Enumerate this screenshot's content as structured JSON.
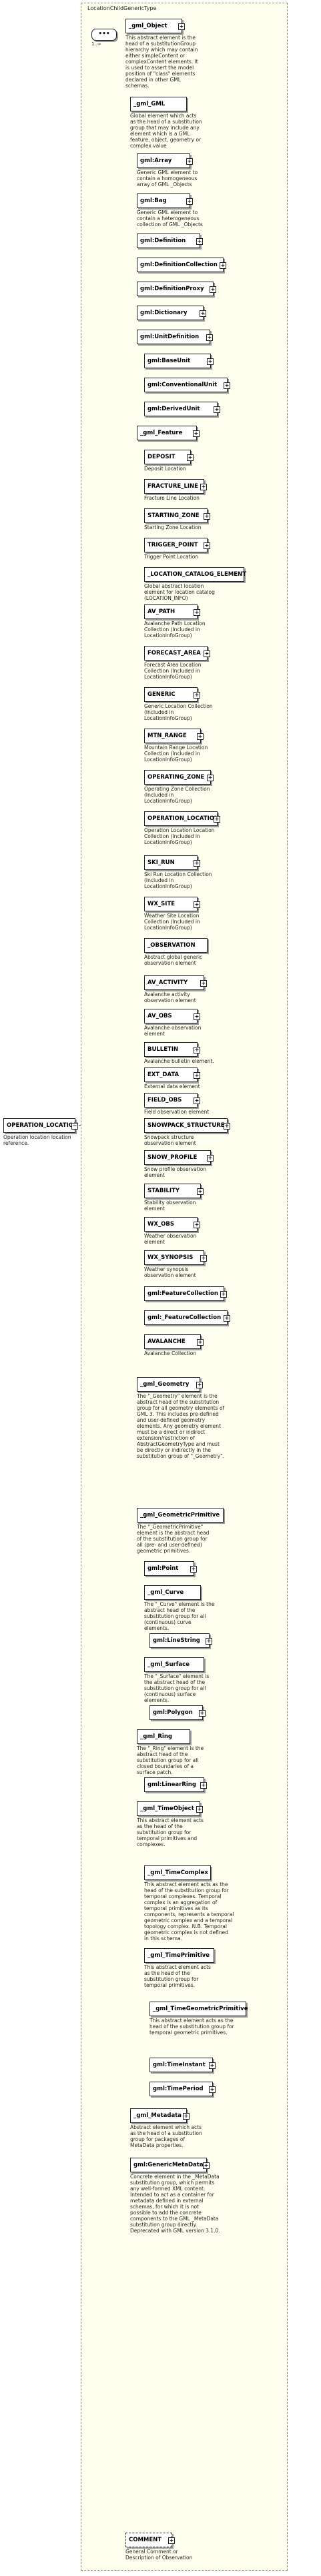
{
  "root": {
    "label": "OPERATION_LOCATION",
    "description": "Operation location location reference."
  },
  "group": {
    "label": "LocationChildGenericType"
  },
  "sequence": {
    "symbol": "•••",
    "multiplicity": "1..∞"
  },
  "nodes": [
    {
      "id": "gml-object",
      "label": "_gml_Object",
      "description": "This abstract element is the head of a substitutionGroup hierarchy which may contain either simpleContent or complexContent elements. It is used to assert the model position of \"class\" elements declared in other GML schemas."
    },
    {
      "id": "gml-gml",
      "label": "_gml_GML",
      "description": "Global element which acts as the head of a substitution group that may include any element which is a GML feature, object, geometry or complex value"
    },
    {
      "id": "gml-array",
      "label": "gml:Array",
      "description": "Generic GML element to contain a homogeneous array of GML _Objects"
    },
    {
      "id": "gml-bag",
      "label": "gml:Bag",
      "description": "Generic GML element to contain a heterogeneous collection of GML _Objects"
    },
    {
      "id": "gml-definition",
      "label": "gml:Definition"
    },
    {
      "id": "gml-definition-collection",
      "label": "gml:DefinitionCollection"
    },
    {
      "id": "gml-definition-proxy",
      "label": "gml:DefinitionProxy"
    },
    {
      "id": "gml-dictionary",
      "label": "gml:Dictionary"
    },
    {
      "id": "gml-unit-definition",
      "label": "gml:UnitDefinition"
    },
    {
      "id": "gml-base-unit",
      "label": "gml:BaseUnit"
    },
    {
      "id": "gml-conventional-unit",
      "label": "gml:ConventionalUnit"
    },
    {
      "id": "gml-derived-unit",
      "label": "gml:DerivedUnit"
    },
    {
      "id": "gml-feature",
      "label": "_gml_Feature"
    },
    {
      "id": "deposit",
      "label": "DEPOSIT",
      "description": "Deposit Location"
    },
    {
      "id": "fracture-line",
      "label": "FRACTURE_LINE",
      "description": "Fracture Line Location"
    },
    {
      "id": "starting-zone",
      "label": "STARTING_ZONE",
      "description": "Starting Zone Location"
    },
    {
      "id": "trigger-point",
      "label": "TRIGGER_POINT",
      "description": "Trigger Point Location"
    },
    {
      "id": "location-catalog-element",
      "label": "_LOCATION_CATALOG_ELEMENT",
      "description": "Global abstract location element for location catalog (LOCATION_INFO)"
    },
    {
      "id": "av-path",
      "label": "AV_PATH",
      "description": "Avalanche Path Location Collection (Included in LocationInfoGroup)"
    },
    {
      "id": "forecast-area",
      "label": "FORECAST_AREA",
      "description": "Forecast Area Location Collection (Included in LocationInfoGroup)"
    },
    {
      "id": "generic",
      "label": "GENERIC",
      "description": "Generic Location Collection (Included in LocationInfoGroup)"
    },
    {
      "id": "mtn-range",
      "label": "MTN_RANGE",
      "description": "Mountain Range Location Collection (Included in LocationInfoGroup)"
    },
    {
      "id": "operating-zone",
      "label": "OPERATING_ZONE",
      "description": "Operating Zone Collection (Included in LocationInfoGroup)"
    },
    {
      "id": "operation-location-child",
      "label": "OPERATION_LOCATION",
      "description": "Operation Location Location Collection (Included in LocationInfoGroup)"
    },
    {
      "id": "ski-run",
      "label": "SKI_RUN",
      "description": "Ski Run Location Collection (Included in LocationInfoGroup)"
    },
    {
      "id": "wx-site",
      "label": "WX_SITE",
      "description": "Weather Site Location Collection (Included in LocationInfoGroup)"
    },
    {
      "id": "observation",
      "label": "_OBSERVATION",
      "description": "Abstract global generic observation element"
    },
    {
      "id": "av-activity",
      "label": "AV_ACTIVITY",
      "description": "Avalanche activity observation element"
    },
    {
      "id": "av-obs",
      "label": "AV_OBS",
      "description": "Avalanche observation element"
    },
    {
      "id": "bulletin",
      "label": "BULLETIN",
      "description": "Avalanche bulletin element."
    },
    {
      "id": "ext-data",
      "label": "EXT_DATA",
      "description": "External data element"
    },
    {
      "id": "field-obs",
      "label": "FIELD_OBS",
      "description": "Field observation element"
    },
    {
      "id": "snowpack-structure",
      "label": "SNOWPACK_STRUCTURE",
      "description": "Snowpack structure observation element"
    },
    {
      "id": "snow-profile",
      "label": "SNOW_PROFILE",
      "description": "Snow profile observation element"
    },
    {
      "id": "stability",
      "label": "STABILITY",
      "description": "Stability observation element"
    },
    {
      "id": "wx-obs",
      "label": "WX_OBS",
      "description": "Weather observation element"
    },
    {
      "id": "wx-synopsis",
      "label": "WX_SYNOPSIS",
      "description": "Weather synopsis observation element"
    },
    {
      "id": "gml-feature-collection",
      "label": "gml:FeatureCollection"
    },
    {
      "id": "gml-feature-collection2",
      "label": "gml:_FeatureCollection"
    },
    {
      "id": "avalanche",
      "label": "AVALANCHE",
      "description": "Avalanche Collection"
    },
    {
      "id": "gml-geometry",
      "label": "_gml_Geometry",
      "description": "The \"_Geometry\" element is the abstract head of the substitution group for all geometry elements of GML 3. This includes pre-defined and user-defined geometry elements. Any geometry element must be a direct or indirect extension/restriction of AbstractGeometryType and must be directly or indirectly in the substitution group of \"_Geometry\"."
    },
    {
      "id": "gml-geometric-primitive",
      "label": "_gml_GeometricPrimitive",
      "description": "The \"_GeometricPrimitive\" element is the abstract head of the substitution group for all (pre- and user-defined) geometric primitives."
    },
    {
      "id": "gml-point",
      "label": "gml:Point"
    },
    {
      "id": "gml-curve",
      "label": "_gml_Curve",
      "description": "The \"_Curve\" element is the abstract head of the substitution group for all (continuous) curve elements."
    },
    {
      "id": "gml-line-string",
      "label": "gml:LineString"
    },
    {
      "id": "gml-surface",
      "label": "_gml_Surface",
      "description": "The \"_Surface\" element is the abstract head of the substitution group for all (continuous) surface elements."
    },
    {
      "id": "gml-polygon",
      "label": "gml:Polygon"
    },
    {
      "id": "gml-ring",
      "label": "_gml_Ring",
      "description": "The \"_Ring\" element is the abstract head of the substitution group for all closed boundaries of a surface patch."
    },
    {
      "id": "gml-linear-ring",
      "label": "gml:LinearRing"
    },
    {
      "id": "gml-time-object",
      "label": "_gml_TimeObject",
      "description": "This abstract element acts as the head of the substitution group for temporal primitives and complexes."
    },
    {
      "id": "gml-time-complex",
      "label": "_gml_TimeComplex",
      "description": "This abstract element acts as the head of the substitution group for temporal complexes. Temporal complex is an aggregation of temporal primitives as its components, represents a temporal geometric complex and a temporal topology complex. N.B. Temporal geometric complex is not defined in this schema."
    },
    {
      "id": "gml-time-primitive",
      "label": "_gml_TimePrimitive",
      "description": "This abstract element acts as the head of the substitution group for temporal primitives."
    },
    {
      "id": "gml-time-geometric-primitive",
      "label": "_gml_TimeGeometricPrimitive",
      "description": "This abstract element acts as the head of the substitution group for temporal geometric primitives."
    },
    {
      "id": "gml-time-instant",
      "label": "gml:TimeInstant"
    },
    {
      "id": "gml-time-period",
      "label": "gml:TimePeriod"
    },
    {
      "id": "gml-metadata",
      "label": "_gml_Metadata",
      "description": "Abstract element which acts as the head of a substitution group for packages of MetaData properties."
    },
    {
      "id": "gml-generic-metadata",
      "label": "gml:GenericMetaData",
      "description": "Concrete element in the _MetaData substitution group, which permits any well-formed XML content. Intended to act as a container for metadata defined in external schemas, for which it is not possible to add the concrete components to the GML _MetaData substitution group directly. Deprecated with GML version 3.1.0."
    },
    {
      "id": "comment",
      "label": "COMMENT",
      "description": "General Comment or Description of Observation"
    }
  ]
}
